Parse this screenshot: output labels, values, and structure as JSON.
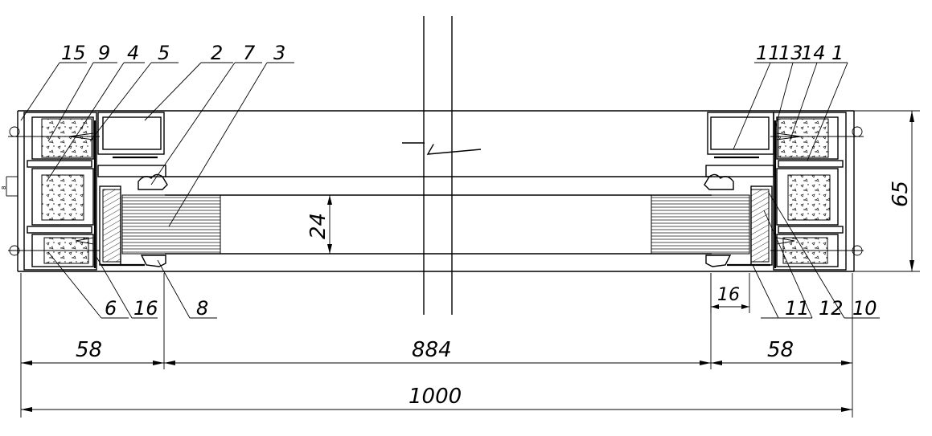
{
  "callouts_top": [
    "15",
    "9",
    "4",
    "5",
    "2",
    "7",
    "3"
  ],
  "callouts_top_right": [
    "11",
    "13",
    "14",
    "1"
  ],
  "callouts_bottom_left": [
    "6",
    "16",
    "8"
  ],
  "callouts_bottom_right": [
    "11",
    "12",
    "10"
  ],
  "dimensions": {
    "left_frame": "58",
    "opening": "884",
    "right_frame": "58",
    "total_width": "1000",
    "height": "65",
    "glass_thickness": "24",
    "overlap": "16",
    "small_gap": "8"
  }
}
